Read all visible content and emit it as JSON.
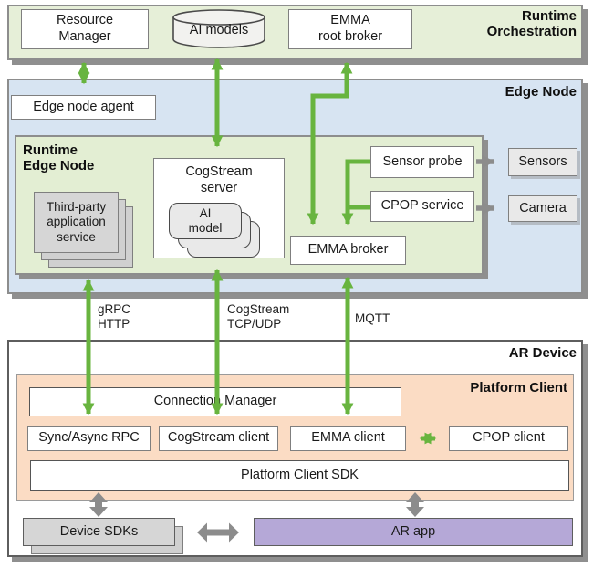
{
  "colors": {
    "green_arrow": "#68b43f",
    "gray_arrow": "#8c8c8c",
    "orchestration_bg": "#e6efd8",
    "edge_node_bg": "#d7e4f2",
    "runtime_edge_bg": "#e3eed3",
    "platform_client_bg": "#fbdcc4",
    "ar_app_bg": "#b5a8d7",
    "stack_gray_bg": "#d6d6d6",
    "shadow_gray": "#8f8f8f"
  },
  "orchestration": {
    "title": "Runtime\nOrchestration",
    "resource_manager": "Resource\nManager",
    "ai_models": "AI models",
    "emma_root_broker": "EMMA\nroot broker"
  },
  "edge_node": {
    "title": "Edge Node",
    "agent": "Edge node agent",
    "runtime": {
      "title": "Runtime\nEdge Node",
      "third_party": "Third-party\napplication\nservice",
      "cogstream_server": "CogStream\nserver",
      "ai_model": "AI\nmodel",
      "sensor_probe": "Sensor probe",
      "cpop_service": "CPOP service",
      "emma_broker": "EMMA broker"
    },
    "sensors": "Sensors",
    "camera": "Camera"
  },
  "protocols": {
    "grpc": "gRPC\nHTTP",
    "cogstream": "CogStream\nTCP/UDP",
    "mqtt": "MQTT"
  },
  "ar_device": {
    "title": "AR Device",
    "platform_client": {
      "title": "Platform Client",
      "connection_manager": "Connection Manager",
      "sync_async_rpc": "Sync/Async RPC",
      "cogstream_client": "CogStream client",
      "emma_client": "EMMA client",
      "cpop_client": "CPOP client",
      "sdk": "Platform Client SDK"
    },
    "device_sdks": "Device SDKs",
    "ar_app": "AR app"
  }
}
